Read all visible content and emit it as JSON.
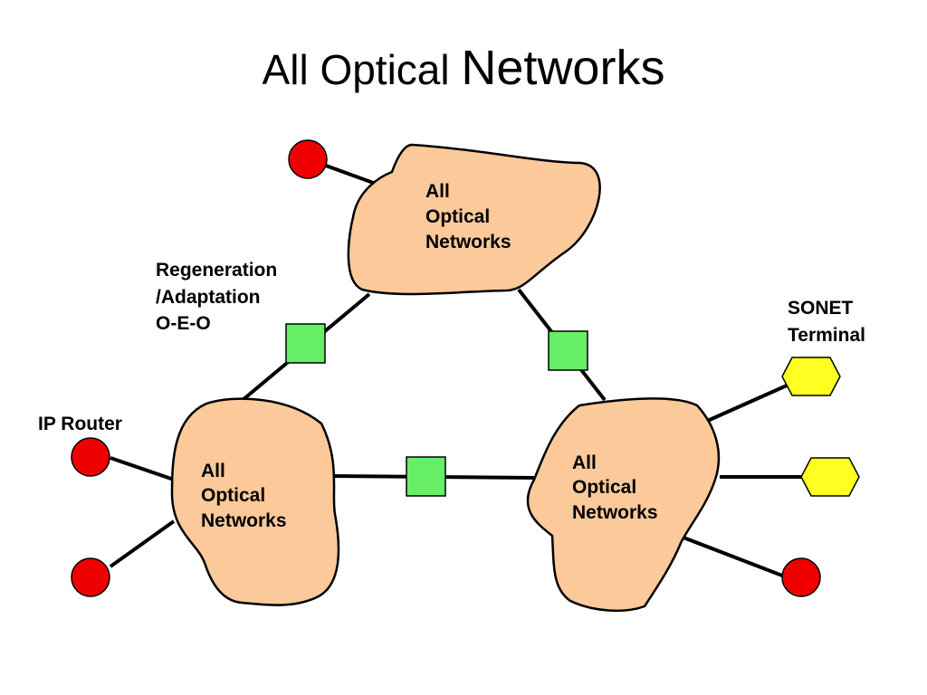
{
  "title": {
    "part1": "All Optical ",
    "part2": "Networks"
  },
  "clouds": {
    "top": {
      "line1": "All",
      "line2": "Optical",
      "line3": "Networks"
    },
    "left": {
      "line1": "All",
      "line2": "Optical",
      "line3": "Networks"
    },
    "right": {
      "line1": "All",
      "line2": "Optical",
      "line3": "Networks"
    }
  },
  "labels": {
    "regeneration": {
      "line1": "Regeneration",
      "line2": "/Adaptation",
      "line3": "O-E-O"
    },
    "sonet": {
      "line1": "SONET",
      "line2": "Terminal"
    },
    "ip_router": "IP Router"
  },
  "colors": {
    "cloud_fill": "#fbc99a",
    "router_fill": "#ee0000",
    "regenerator_fill": "#66ee66",
    "sonet_fill": "#ffff22",
    "link": "#000000"
  }
}
